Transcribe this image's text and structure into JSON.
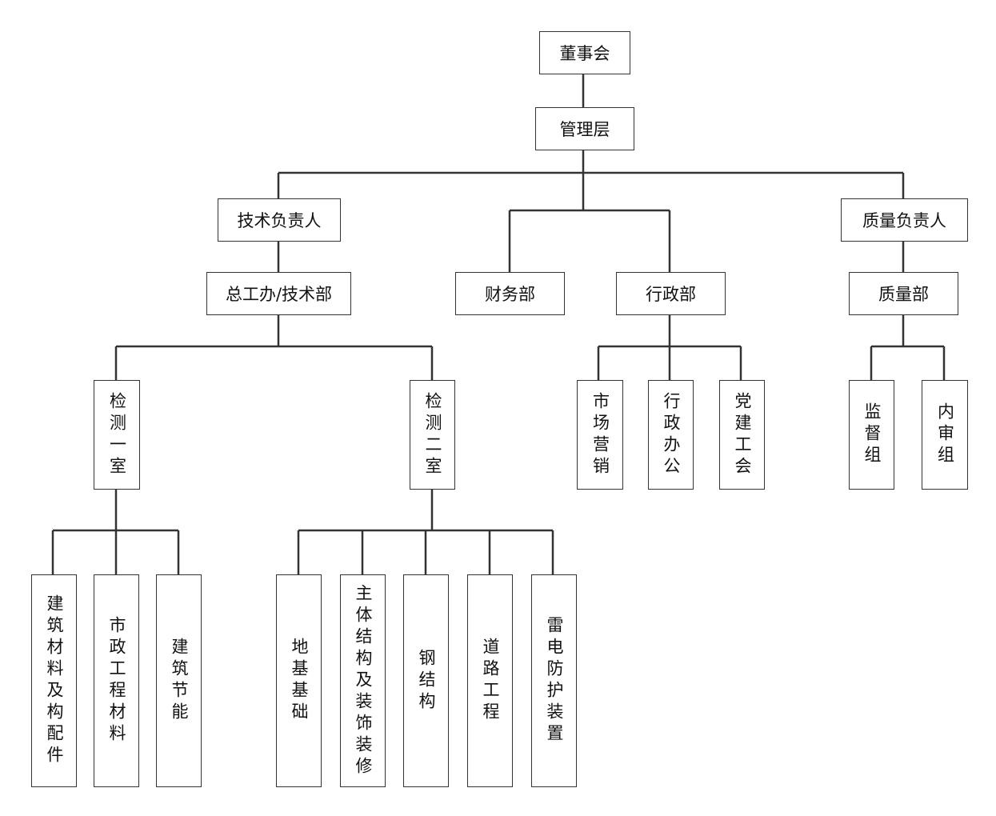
{
  "nodes": [
    {
      "id": "board",
      "label": "董事会"
    },
    {
      "id": "mgmt",
      "label": "管理层"
    },
    {
      "id": "tech_lead",
      "label": "技术负责人"
    },
    {
      "id": "quality_lead",
      "label": "质量负责人"
    },
    {
      "id": "tech_dept",
      "label": "总工办/技术部"
    },
    {
      "id": "finance",
      "label": "财务部"
    },
    {
      "id": "admin",
      "label": "行政部"
    },
    {
      "id": "quality_dept",
      "label": "质量部"
    },
    {
      "id": "lab1",
      "label": "检测一室"
    },
    {
      "id": "lab2",
      "label": "检测二室"
    },
    {
      "id": "marketing",
      "label": "市场营销"
    },
    {
      "id": "office",
      "label": "行政办公"
    },
    {
      "id": "party",
      "label": "党建工会"
    },
    {
      "id": "supervision",
      "label": "监督组"
    },
    {
      "id": "audit",
      "label": "内审组"
    },
    {
      "id": "materials",
      "label": "建筑材料及构配件"
    },
    {
      "id": "municipal",
      "label": "市政工程材料"
    },
    {
      "id": "energy",
      "label": "建筑节能"
    },
    {
      "id": "foundation",
      "label": "地基基础"
    },
    {
      "id": "structure",
      "label": "主体结构及装饰装修"
    },
    {
      "id": "steel",
      "label": "钢结构"
    },
    {
      "id": "road",
      "label": "道路工程"
    },
    {
      "id": "lightning",
      "label": "雷电防护装置"
    }
  ],
  "colors": {
    "line": "#333333",
    "box_border": "#333333"
  }
}
